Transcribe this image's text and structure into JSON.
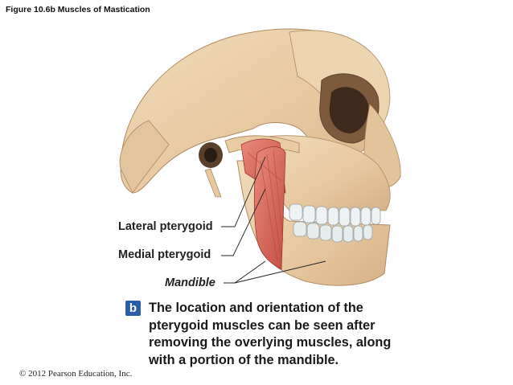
{
  "figure_title": "Figure 10.6b  Muscles of Mastication",
  "labels": {
    "lateral_pterygoid": "Lateral pterygoid",
    "medial_pterygoid": "Medial pterygoid",
    "mandible": "Mandible"
  },
  "caption": {
    "badge": "b",
    "text": "The location and orientation of the pterygoid muscles can be seen after removing the overlying muscles, along with a portion of the mandible."
  },
  "copyright": "© 2012 Pearson Education, Inc.",
  "colors": {
    "bone": "#eacda6",
    "bone_shadow": "#c9a178",
    "muscle": "#d9665a",
    "muscle_dark": "#b8463e",
    "badge": "#2a5ea8",
    "teeth": "#eef2f3"
  }
}
